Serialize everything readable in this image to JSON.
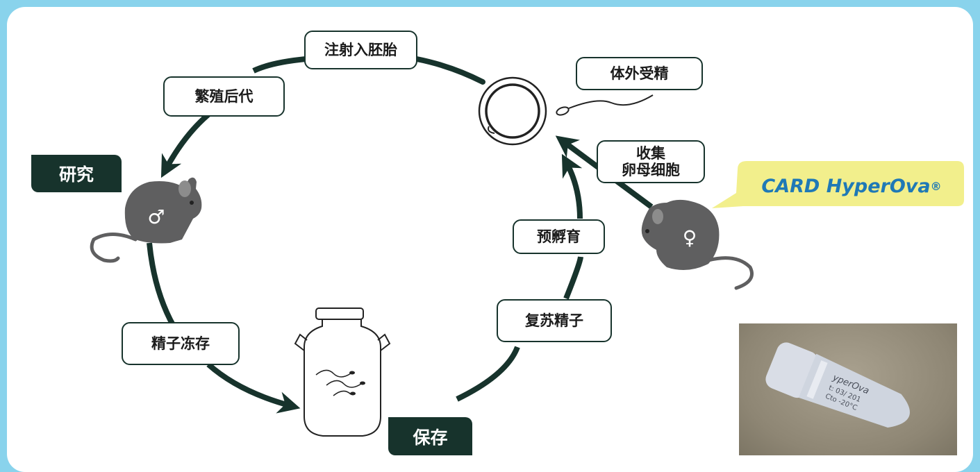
{
  "labels": {
    "inject": "注射入胚胎",
    "breed": "繁殖后代",
    "ivf": "体外受精",
    "collect": "收集\n卵母细胞",
    "preincubate": "预孵育",
    "thaw": "复苏精子",
    "freeze": "精子冻存"
  },
  "stages": {
    "research": "研究",
    "storage": "保存"
  },
  "product": {
    "name": "CARD HyperOva",
    "mark": "®"
  },
  "symbols": {
    "male": "♂",
    "female": "♀"
  },
  "photo": {
    "tube_text_line1": "yperOva",
    "tube_text_line2": "t: 03/ 201",
    "tube_text_line3": "Cto -20°C"
  },
  "colors": {
    "background": "#89d3ec",
    "arrow": "#17332c",
    "mouse": "#5f5f60",
    "bubble": "#f2ef8c",
    "product_text": "#1f79b6"
  }
}
